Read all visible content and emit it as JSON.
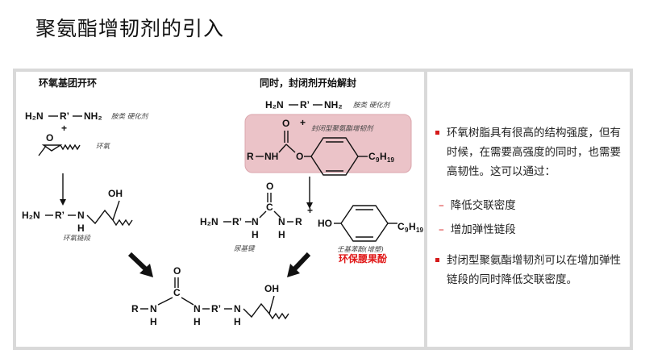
{
  "title": "聚氨酯增韧剂的引入",
  "left_section": {
    "heading": "环氧基团开环",
    "amine_note": "胺类 硬化剂",
    "epoxy_note": "环氧",
    "chain_note": "环氧链段"
  },
  "right_section": {
    "heading": "同时，封闭剂开始解封",
    "amine_note": "胺类 硬化剂",
    "blocked_note": "封闭型聚氨酯增韧剂",
    "urea_note": "尿基键",
    "phenol_note": "壬基苯酚(增塑)",
    "phenol_tag": "环保腰果酚"
  },
  "chem": {
    "H2N": "H₂N",
    "NH2": "NH₂",
    "R": "R",
    "Rp": "R’",
    "N": "N",
    "H": "H",
    "C": "C",
    "O": "O",
    "OH": "OH",
    "HO": "HO",
    "NH": "NH",
    "plus": "+",
    "C9": "C",
    "sub9": "9",
    "H19": "H",
    "sub19": "19"
  },
  "bullets": [
    "环氧树脂具有很高的结构强度，但有时候，在需要高强度的同时，也需要高韧性。这可以通过："
  ],
  "sub_items": [
    "降低交联密度",
    "增加弹性链段"
  ],
  "bullet2": "封闭型聚氨酯增韧剂可以在增加弹性链段的同时降低交联密度。",
  "colors": {
    "accent": "#d51a1a",
    "highlight_box": "#ebc3c8",
    "panel_bg": "#d9d9d9"
  }
}
